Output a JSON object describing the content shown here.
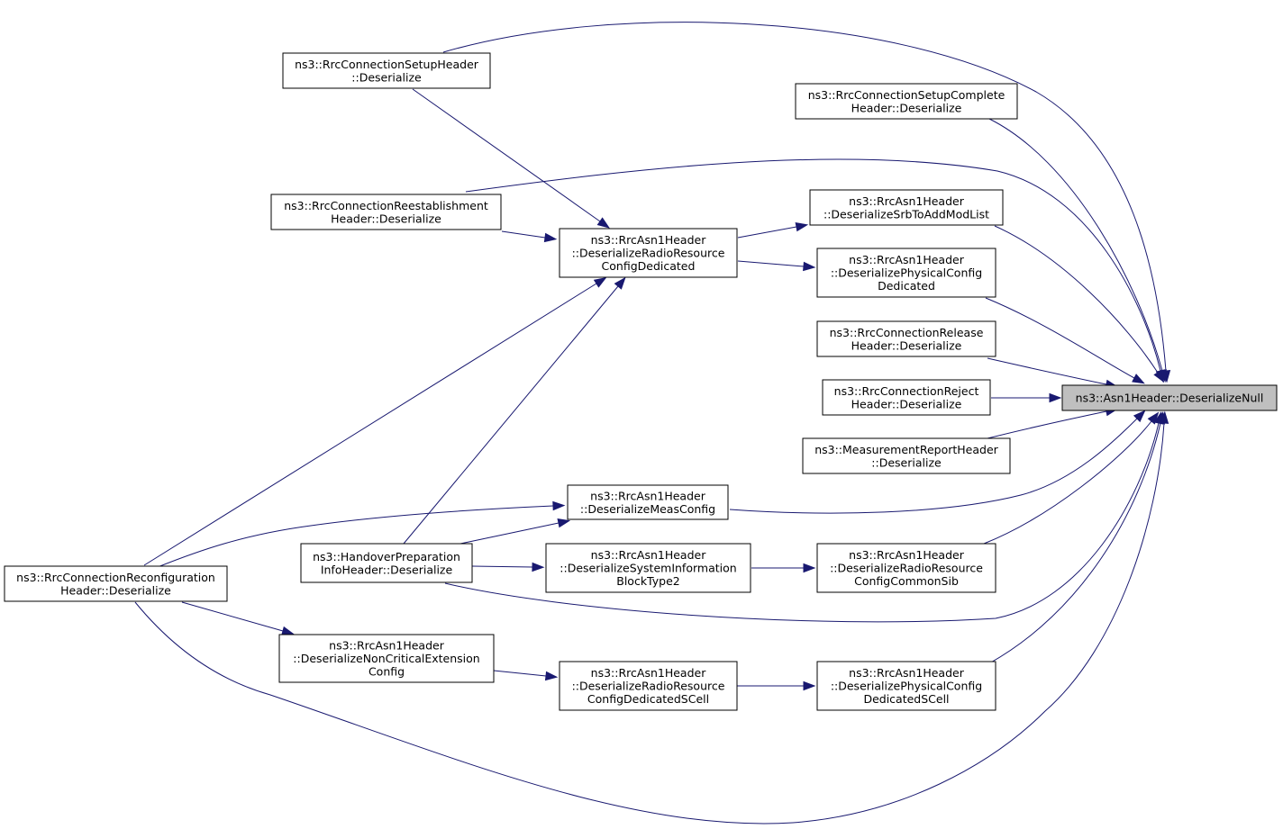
{
  "diagram": {
    "nodes": [
      {
        "id": "deserialize_null",
        "lines": [
          "ns3::Asn1Header::DeserializeNull"
        ],
        "focus": true
      },
      {
        "id": "rrc_setup",
        "lines": [
          "ns3::RrcConnectionSetupHeader",
          "::Deserialize"
        ]
      },
      {
        "id": "rrc_setup_complete",
        "lines": [
          "ns3::RrcConnectionSetupComplete",
          "Header::Deserialize"
        ]
      },
      {
        "id": "rrc_reestablishment",
        "lines": [
          "ns3::RrcConnectionReestablishment",
          "Header::Deserialize"
        ]
      },
      {
        "id": "srb_to_add_mod_list",
        "lines": [
          "ns3::RrcAsn1Header",
          "::DeserializeSrbToAddModList"
        ]
      },
      {
        "id": "radio_resource_config_dedicated",
        "lines": [
          "ns3::RrcAsn1Header",
          "::DeserializeRadioResource",
          "ConfigDedicated"
        ]
      },
      {
        "id": "physical_config_dedicated",
        "lines": [
          "ns3::RrcAsn1Header",
          "::DeserializePhysicalConfig",
          "Dedicated"
        ]
      },
      {
        "id": "rrc_release",
        "lines": [
          "ns3::RrcConnectionRelease",
          "Header::Deserialize"
        ]
      },
      {
        "id": "rrc_reject",
        "lines": [
          "ns3::RrcConnectionReject",
          "Header::Deserialize"
        ]
      },
      {
        "id": "measurement_report",
        "lines": [
          "ns3::MeasurementReportHeader",
          "::Deserialize"
        ]
      },
      {
        "id": "meas_config",
        "lines": [
          "ns3::RrcAsn1Header",
          "::DeserializeMeasConfig"
        ]
      },
      {
        "id": "handover_preparation",
        "lines": [
          "ns3::HandoverPreparation",
          "InfoHeader::Deserialize"
        ]
      },
      {
        "id": "sib_type2",
        "lines": [
          "ns3::RrcAsn1Header",
          "::DeserializeSystemInformation",
          "BlockType2"
        ]
      },
      {
        "id": "radio_resource_config_common_sib",
        "lines": [
          "ns3::RrcAsn1Header",
          "::DeserializeRadioResource",
          "ConfigCommonSib"
        ]
      },
      {
        "id": "rrc_reconfiguration",
        "lines": [
          "ns3::RrcConnectionReconfiguration",
          "Header::Deserialize"
        ]
      },
      {
        "id": "non_critical_extension",
        "lines": [
          "ns3::RrcAsn1Header",
          "::DeserializeNonCriticalExtension",
          "Config"
        ]
      },
      {
        "id": "radio_resource_config_dedicated_scell",
        "lines": [
          "ns3::RrcAsn1Header",
          "::DeserializeRadioResource",
          "ConfigDedicatedSCell"
        ]
      },
      {
        "id": "physical_config_dedicated_scell",
        "lines": [
          "ns3::RrcAsn1Header",
          "::DeserializePhysicalConfig",
          "DedicatedSCell"
        ]
      }
    ],
    "edges": [
      {
        "from": "rrc_setup",
        "to": "deserialize_null"
      },
      {
        "from": "rrc_setup_complete",
        "to": "deserialize_null"
      },
      {
        "from": "rrc_reestablishment",
        "to": "deserialize_null"
      },
      {
        "from": "srb_to_add_mod_list",
        "to": "deserialize_null"
      },
      {
        "from": "physical_config_dedicated",
        "to": "deserialize_null"
      },
      {
        "from": "rrc_release",
        "to": "deserialize_null"
      },
      {
        "from": "rrc_reject",
        "to": "deserialize_null"
      },
      {
        "from": "measurement_report",
        "to": "deserialize_null"
      },
      {
        "from": "meas_config",
        "to": "deserialize_null"
      },
      {
        "from": "radio_resource_config_common_sib",
        "to": "deserialize_null"
      },
      {
        "from": "handover_preparation",
        "to": "deserialize_null"
      },
      {
        "from": "physical_config_dedicated_scell",
        "to": "deserialize_null"
      },
      {
        "from": "rrc_reconfiguration",
        "to": "deserialize_null"
      },
      {
        "from": "rrc_setup",
        "to": "radio_resource_config_dedicated"
      },
      {
        "from": "rrc_reestablishment",
        "to": "radio_resource_config_dedicated"
      },
      {
        "from": "rrc_reconfiguration",
        "to": "radio_resource_config_dedicated"
      },
      {
        "from": "handover_preparation",
        "to": "radio_resource_config_dedicated"
      },
      {
        "from": "radio_resource_config_dedicated",
        "to": "srb_to_add_mod_list"
      },
      {
        "from": "radio_resource_config_dedicated",
        "to": "physical_config_dedicated"
      },
      {
        "from": "rrc_reconfiguration",
        "to": "meas_config"
      },
      {
        "from": "handover_preparation",
        "to": "meas_config"
      },
      {
        "from": "handover_preparation",
        "to": "sib_type2"
      },
      {
        "from": "sib_type2",
        "to": "radio_resource_config_common_sib"
      },
      {
        "from": "rrc_reconfiguration",
        "to": "non_critical_extension"
      },
      {
        "from": "non_critical_extension",
        "to": "radio_resource_config_dedicated_scell"
      },
      {
        "from": "radio_resource_config_dedicated_scell",
        "to": "physical_config_dedicated_scell"
      }
    ],
    "colors": {
      "edge": "#191970",
      "focus_fill": "#bfbfbf",
      "node_fill": "#ffffff",
      "border": "#000000"
    }
  }
}
